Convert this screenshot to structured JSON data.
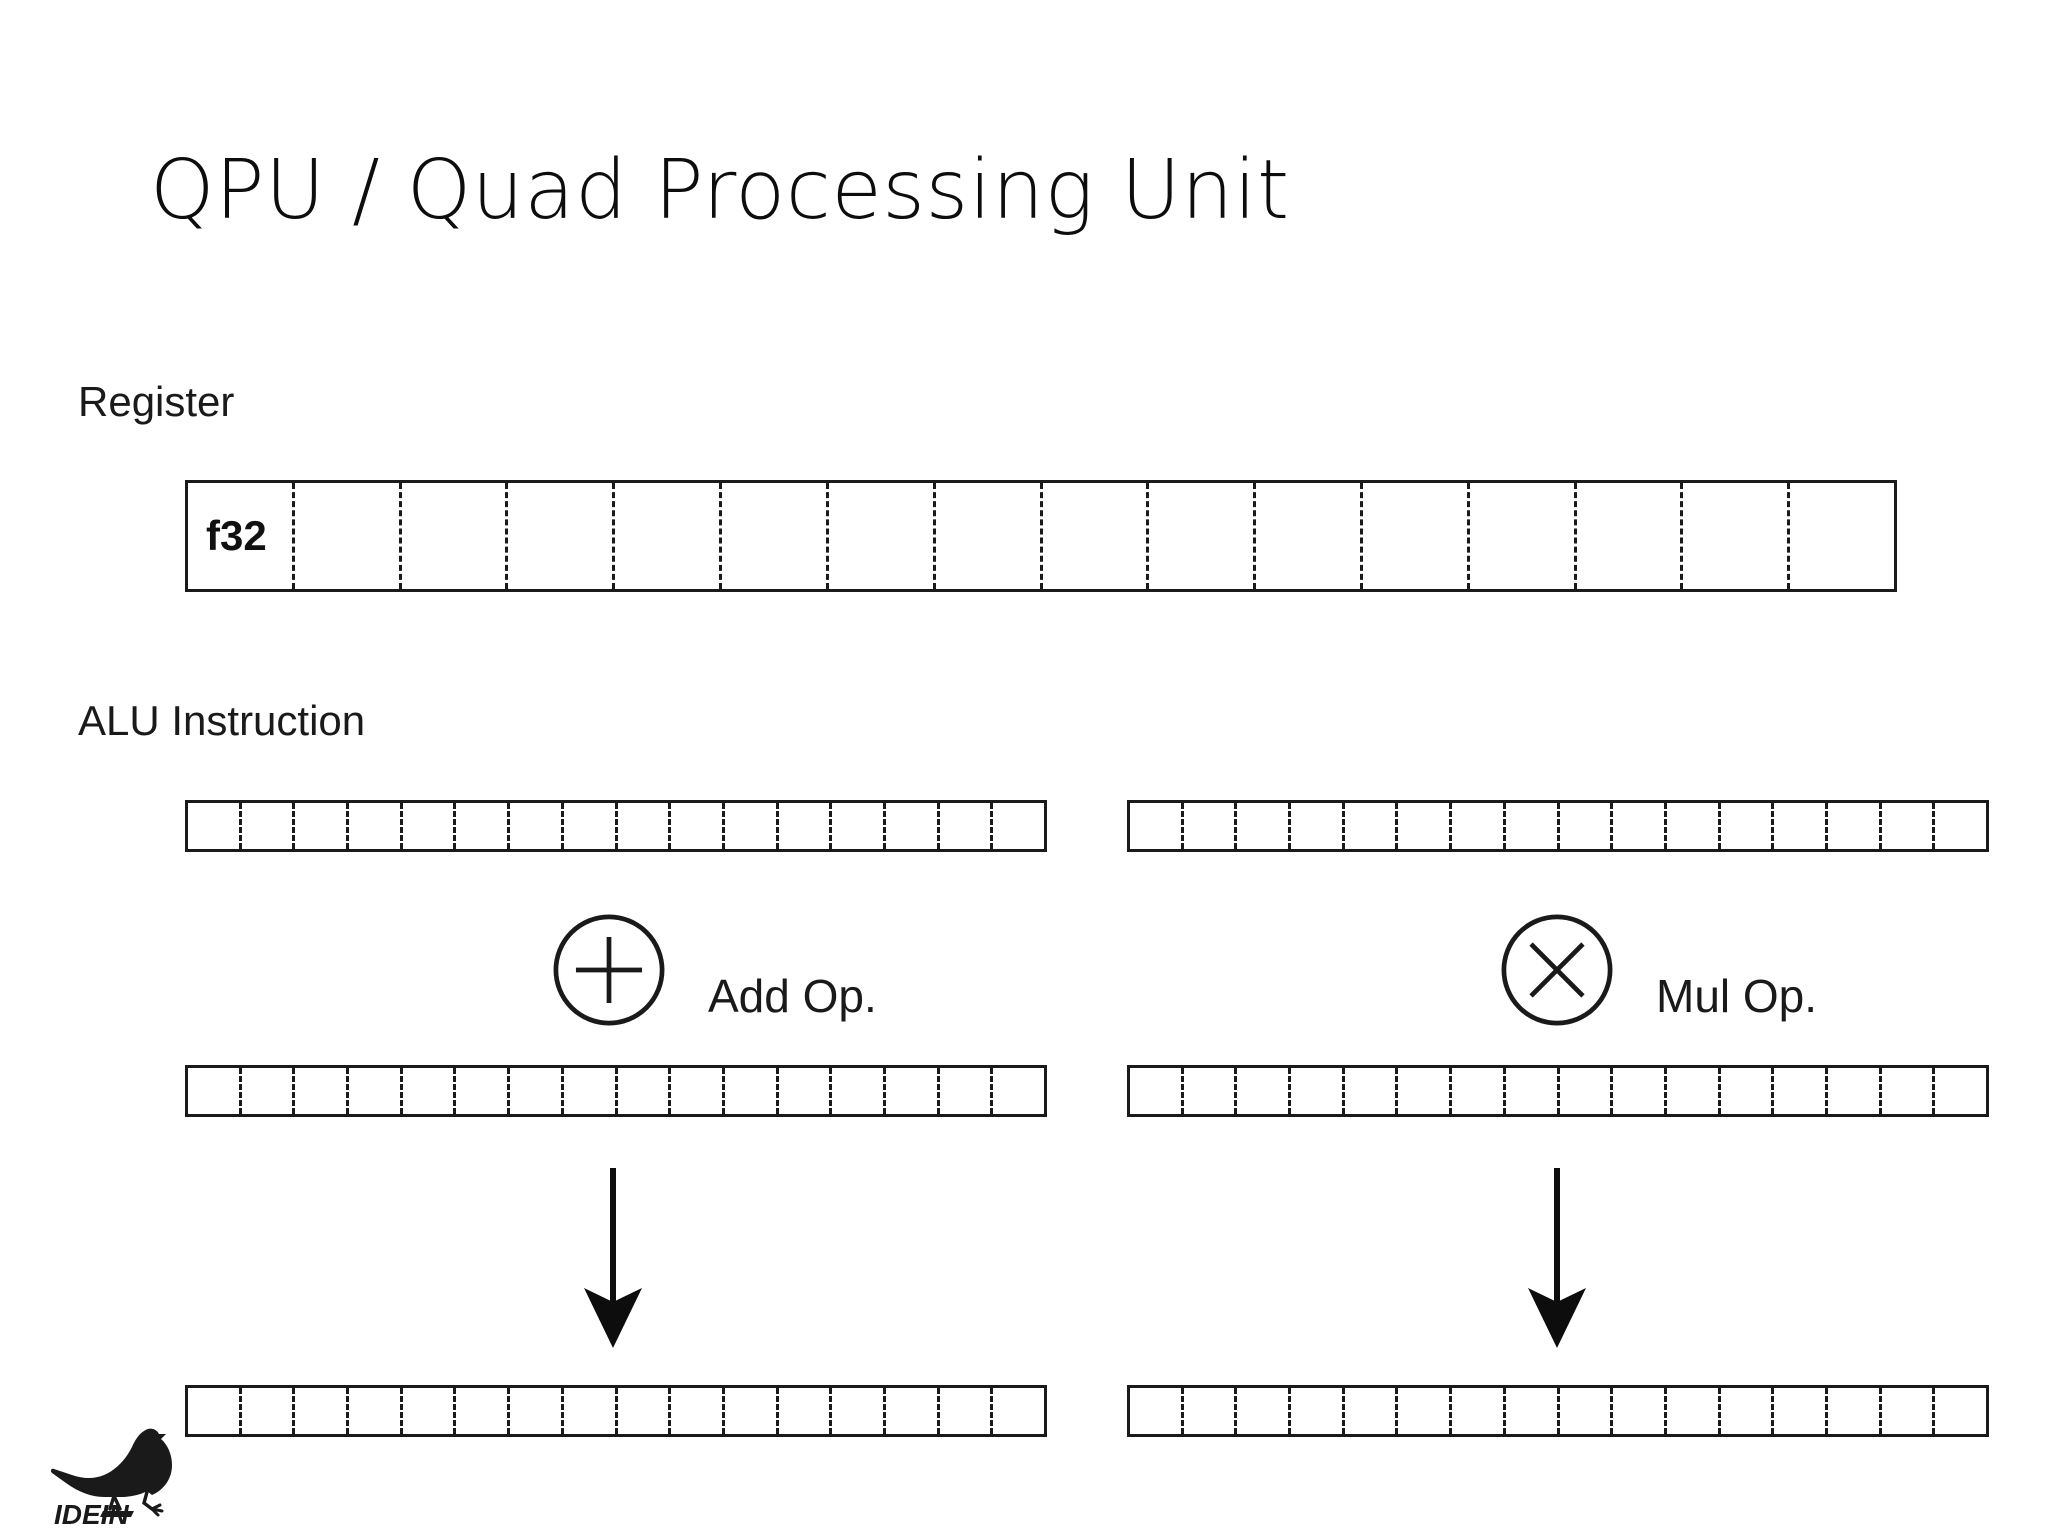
{
  "slide": {
    "title": "QPU / Quad Processing Unit",
    "background_color": "#ffffff",
    "ink_color": "#1a1a1a"
  },
  "register_section": {
    "label": "Register",
    "bar": {
      "cell_count": 16,
      "cells": [
        "f32",
        "",
        "",
        "",
        "",
        "",
        "",
        "",
        "",
        "",
        "",
        "",
        "",
        "",
        "",
        ""
      ]
    }
  },
  "alu_section": {
    "label": "ALU Instruction",
    "columns": [
      {
        "id": "add",
        "operator_symbol": "+",
        "operator_label": "Add Op.",
        "operand_bar_cells": 16,
        "second_operand_bar_cells": 16,
        "result_bar_cells": 16
      },
      {
        "id": "mul",
        "operator_symbol": "×",
        "operator_label": "Mul Op.",
        "operand_bar_cells": 16,
        "second_operand_bar_cells": 16,
        "result_bar_cells": 16
      }
    ]
  },
  "footer": {
    "logo_name": "idein-logo",
    "logo_wordmark": "IDEIN"
  }
}
